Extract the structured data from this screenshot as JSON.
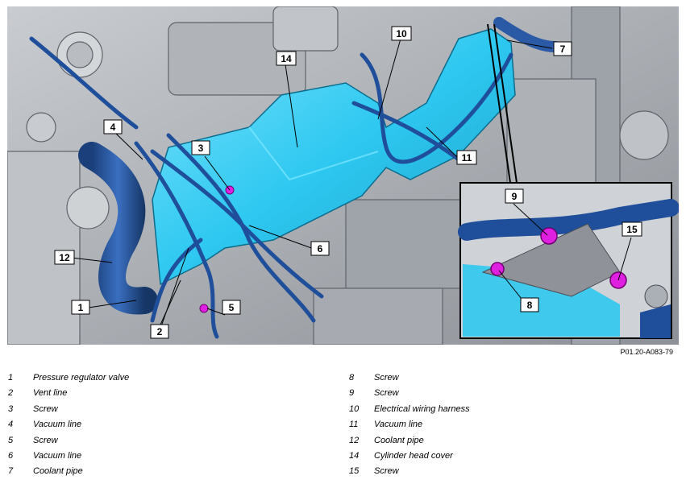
{
  "figure_code": "P01.20-A083-79",
  "callouts": [
    "1",
    "2",
    "3",
    "4",
    "5",
    "6",
    "7",
    "8",
    "9",
    "10",
    "11",
    "12",
    "14",
    "15"
  ],
  "legend_left": [
    {
      "num": "1",
      "label": "Pressure regulator valve"
    },
    {
      "num": "2",
      "label": "Vent line"
    },
    {
      "num": "3",
      "label": "Screw"
    },
    {
      "num": "4",
      "label": "Vacuum line"
    },
    {
      "num": "5",
      "label": "Screw"
    },
    {
      "num": "6",
      "label": "Vacuum line"
    },
    {
      "num": "7",
      "label": "Coolant pipe"
    }
  ],
  "legend_right": [
    {
      "num": "8",
      "label": "Screw"
    },
    {
      "num": "9",
      "label": "Screw"
    },
    {
      "num": "10",
      "label": "Electrical wiring harness"
    },
    {
      "num": "11",
      "label": "Vacuum line"
    },
    {
      "num": "12",
      "label": "Coolant pipe"
    },
    {
      "num": "14",
      "label": "Cylinder head cover"
    },
    {
      "num": "15",
      "label": "Screw"
    }
  ],
  "colors": {
    "cover": "#2ec8f0",
    "harness": "#1f4f9a",
    "highlight": "#e020e0",
    "engine_grey": "#a9adb3"
  }
}
